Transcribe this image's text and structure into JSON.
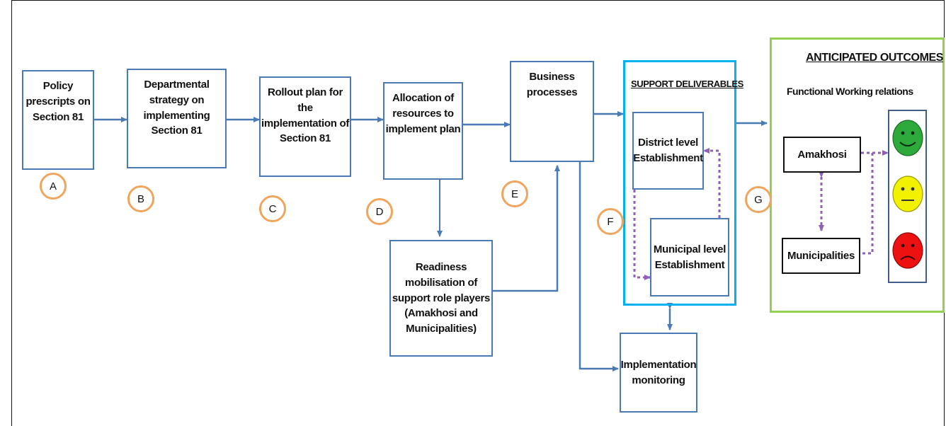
{
  "process_steps": {
    "a": "Policy prescripts on Section 81",
    "b": "Departmental strategy on implementing Section 81",
    "c": "Rollout plan for the implementation of Section 81",
    "d": "Allocation of resources to implement plan",
    "e": "Business processes",
    "readiness": "Readiness mobilisation of support role players (Amakhosi and Municipalities)",
    "monitoring": "Implementation monitoring"
  },
  "step_labels": [
    "A",
    "B",
    "C",
    "D",
    "E",
    "F",
    "G"
  ],
  "support": {
    "title": "SUPPORT DELIVERABLES",
    "district": "District level Establishment",
    "municipal": "Municipal level Establishment"
  },
  "outcomes": {
    "title": "ANTICIPATED OUTCOMES",
    "subtitle": "Functional Working relations",
    "amakhosi": "Amakhosi",
    "municipalities": "Municipalities"
  },
  "colors": {
    "box_border": "#4a7ab3",
    "arrow": "#4a7ab3",
    "circle": "#f0a45c",
    "support_border": "#00b0f0",
    "outcomes_border": "#92d050",
    "dotted_arrow": "#8e5fb5",
    "face_green": "#2eaa3c",
    "face_yellow": "#f2f200",
    "face_red": "#ee1111"
  },
  "icons": [
    "happy-face-icon",
    "neutral-face-icon",
    "sad-face-icon"
  ]
}
